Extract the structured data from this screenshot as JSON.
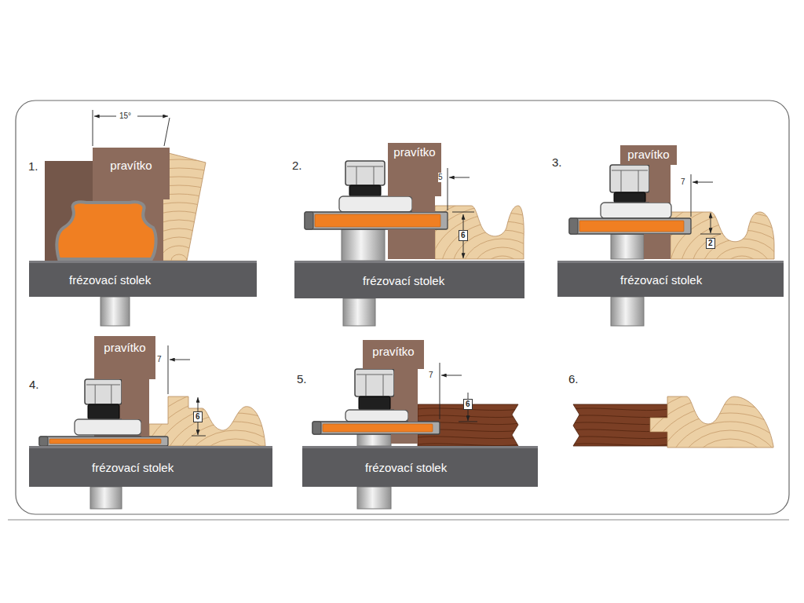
{
  "diagram": {
    "nodes": [
      {
        "text": [
          "pravítko"
        ]
      },
      {
        "text": [
          "frézovací stolek"
        ]
      },
      {
        "text": [
          "pravítko"
        ]
      },
      {
        "text": [
          "frézovací stolek"
        ]
      },
      {
        "text": [
          "pravítko"
        ]
      },
      {
        "text": [
          "frézovací stolek"
        ]
      },
      {
        "text": [
          "pravítko"
        ]
      },
      {
        "text": [
          "frézovací stolek"
        ]
      },
      {
        "text": [
          "pravítko"
        ]
      },
      {
        "text": [
          "frézovací stolek"
        ]
      }
    ],
    "labels": [
      "1.",
      "15°",
      "2.",
      "5",
      "6",
      "3.",
      "7",
      "2",
      "4.",
      "7",
      "6",
      "5.",
      "7",
      "6",
      "6."
    ]
  }
}
